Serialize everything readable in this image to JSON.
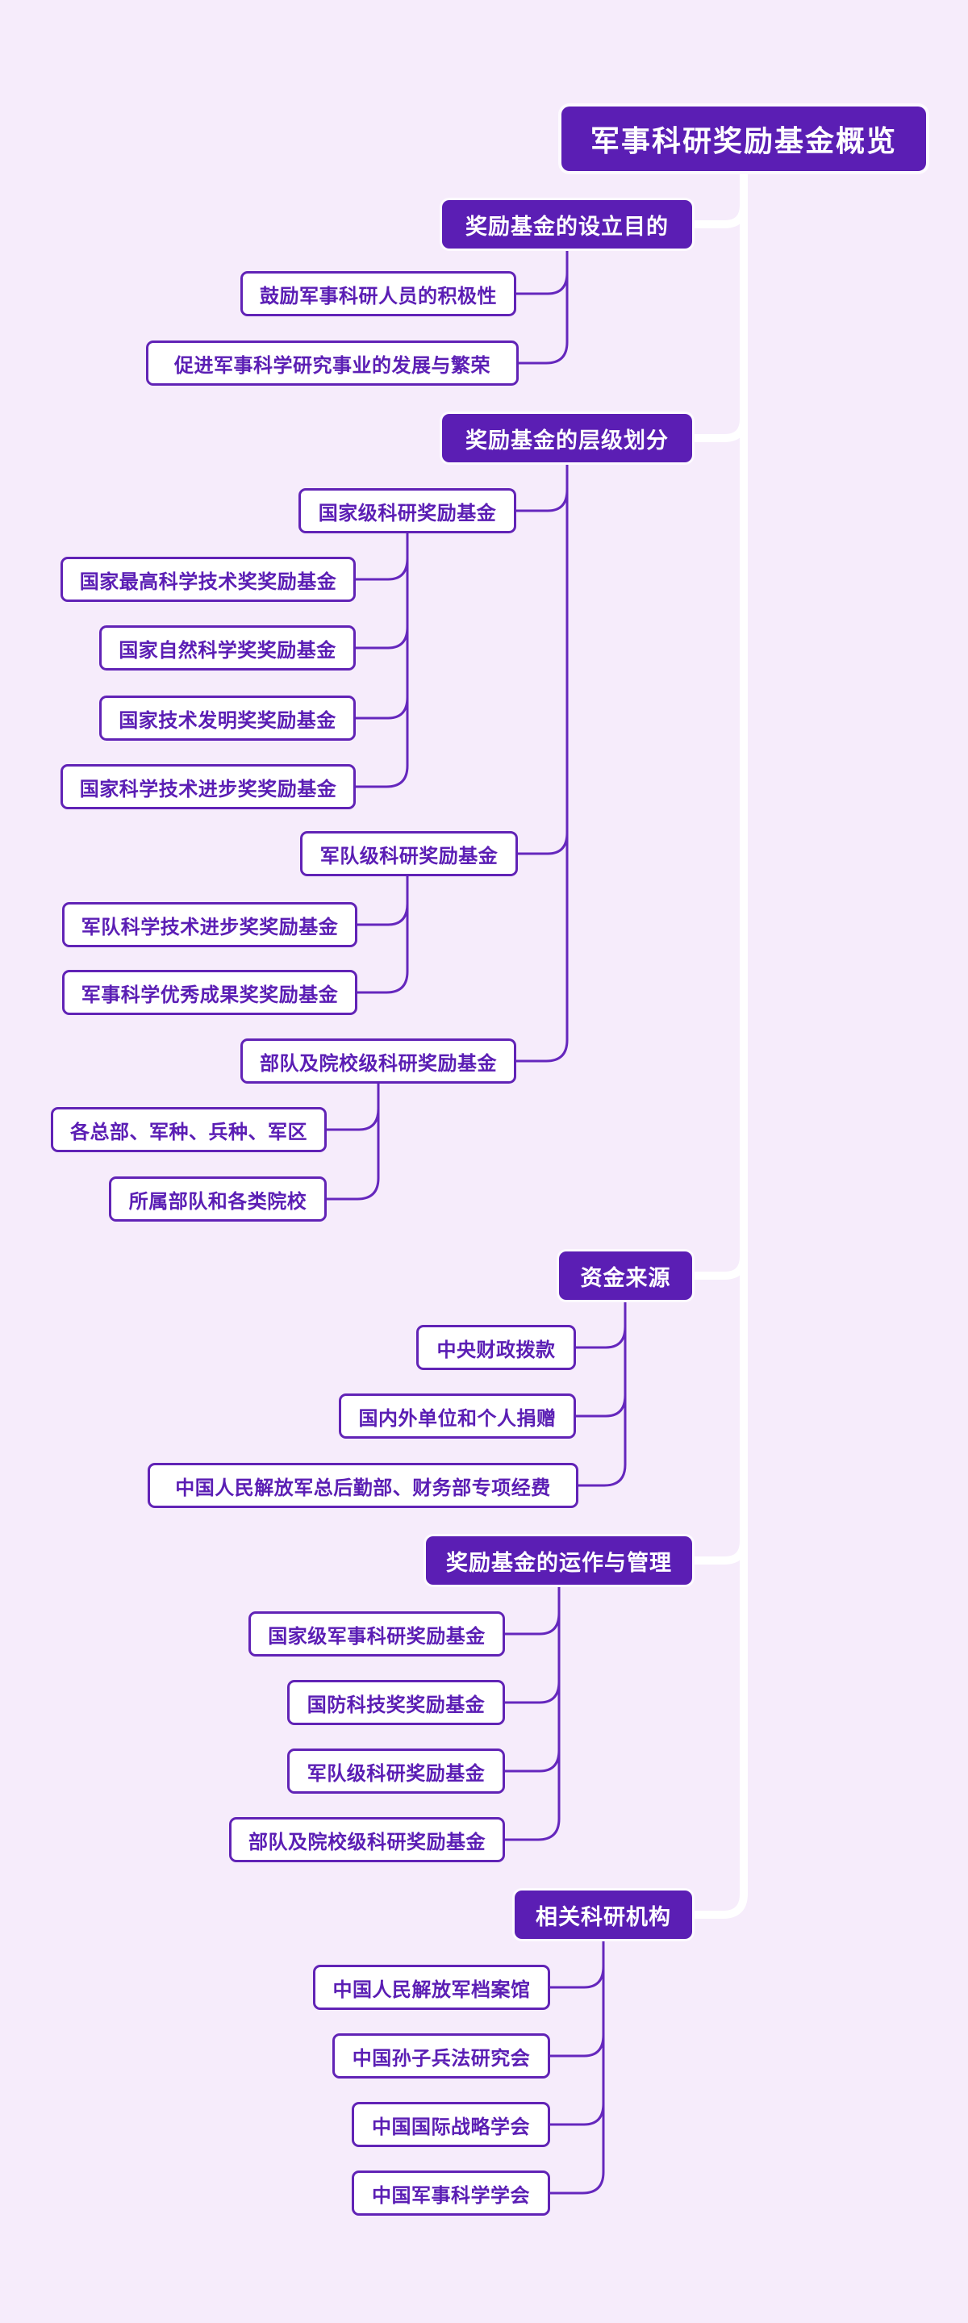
{
  "colors": {
    "background": "#F6ECFB",
    "node_fill": "#5B1EB4",
    "node_border": "#6123B6",
    "leaf_text": "#5B1EB4",
    "spine": "#FFFFFF",
    "connector": "#6527BD"
  },
  "map": {
    "root": {
      "label": "军事科研奖励基金概览"
    },
    "branches": [
      {
        "label": "奖励基金的设立目的",
        "children": [
          {
            "label": "鼓励军事科研人员的积极性"
          },
          {
            "label": "促进军事科学研究事业的发展与繁荣"
          }
        ]
      },
      {
        "label": "奖励基金的层级划分",
        "children": [
          {
            "label": "国家级科研奖励基金",
            "children": [
              {
                "label": "国家最高科学技术奖奖励基金"
              },
              {
                "label": "国家自然科学奖奖励基金"
              },
              {
                "label": "国家技术发明奖奖励基金"
              },
              {
                "label": "国家科学技术进步奖奖励基金"
              }
            ]
          },
          {
            "label": "军队级科研奖励基金",
            "children": [
              {
                "label": "军队科学技术进步奖奖励基金"
              },
              {
                "label": "军事科学优秀成果奖奖励基金"
              }
            ]
          },
          {
            "label": "部队及院校级科研奖励基金",
            "children": [
              {
                "label": "各总部、军种、兵种、军区"
              },
              {
                "label": "所属部队和各类院校"
              }
            ]
          }
        ]
      },
      {
        "label": "资金来源",
        "children": [
          {
            "label": "中央财政拨款"
          },
          {
            "label": "国内外单位和个人捐赠"
          },
          {
            "label": "中国人民解放军总后勤部、财务部专项经费"
          }
        ]
      },
      {
        "label": "奖励基金的运作与管理",
        "children": [
          {
            "label": "国家级军事科研奖励基金"
          },
          {
            "label": "国防科技奖奖励基金"
          },
          {
            "label": "军队级科研奖励基金"
          },
          {
            "label": "部队及院校级科研奖励基金"
          }
        ]
      },
      {
        "label": "相关科研机构",
        "children": [
          {
            "label": "中国人民解放军档案馆"
          },
          {
            "label": "中国孙子兵法研究会"
          },
          {
            "label": "中国国际战略学会"
          },
          {
            "label": "中国军事科学学会"
          }
        ]
      }
    ]
  }
}
